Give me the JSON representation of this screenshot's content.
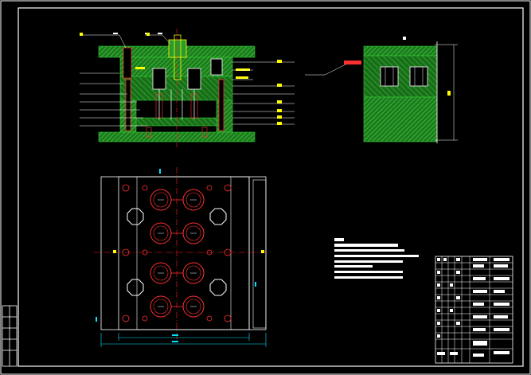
{
  "drawing": {
    "title": "",
    "views": [
      "section-view",
      "side-view",
      "plan-view"
    ],
    "colors": {
      "background": "#000000",
      "border": "#ffffff",
      "hatch": "#33cc33",
      "hatch_dark": "#1f8f1f",
      "leader": "#ffffff",
      "label": "#ffff00",
      "centerline": "#ff2020",
      "cavity": "#ff3030",
      "outline": "#ffffff",
      "dimension": "#00e5ff"
    },
    "tech_notes_lines": 6,
    "title_block_rows": 14
  }
}
